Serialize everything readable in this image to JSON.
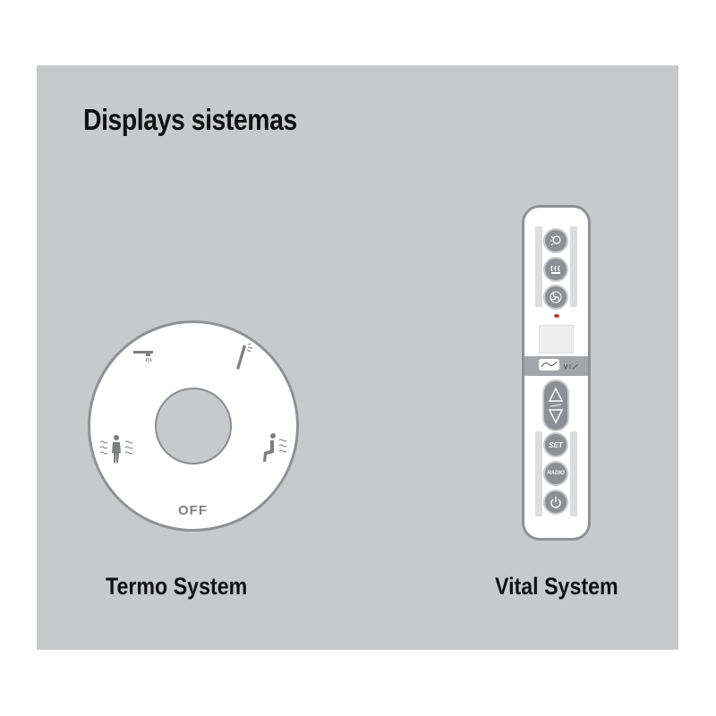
{
  "title": "Displays sistemas",
  "termo": {
    "caption": "Termo System",
    "off_label": "OFF",
    "icons": [
      "shower-head-icon",
      "hand-shower-icon",
      "steam-person-icon",
      "seated-steam-icon"
    ]
  },
  "vital": {
    "caption": "Vital System",
    "buttons": {
      "set_label": "SET",
      "radio_label": "RADIO"
    },
    "icons": [
      "light-icon",
      "steam-icon",
      "fan-icon",
      "up-down-rocker-icon",
      "power-icon"
    ],
    "led_color": "#c0392b"
  },
  "colors": {
    "panel": "#c8c9cb",
    "button": "#8d8f93",
    "outline": "#8f9195"
  }
}
